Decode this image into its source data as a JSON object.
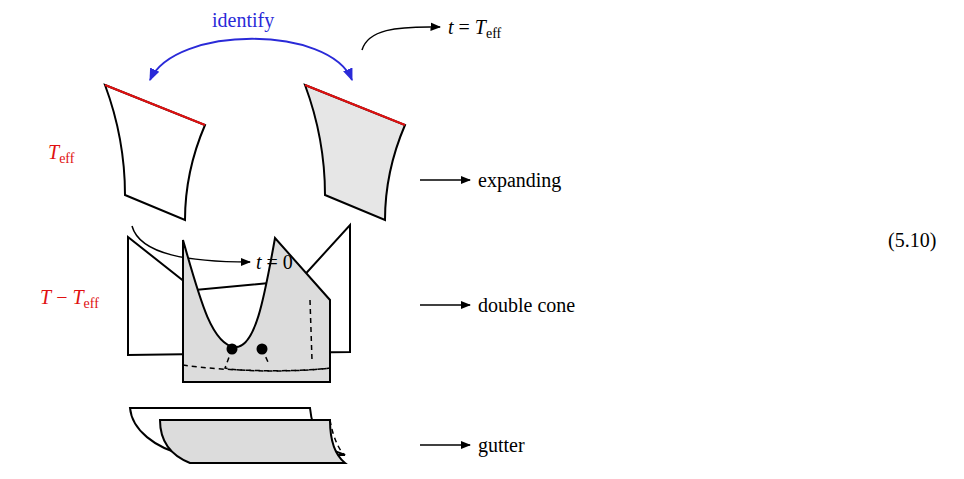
{
  "diagram": {
    "labels": [
      "identify",
      "t = Teff",
      "Teff",
      "expanding",
      "t = 0",
      "(5.10)",
      "T − Teff",
      "double cone",
      "gutter"
    ]
  }
}
